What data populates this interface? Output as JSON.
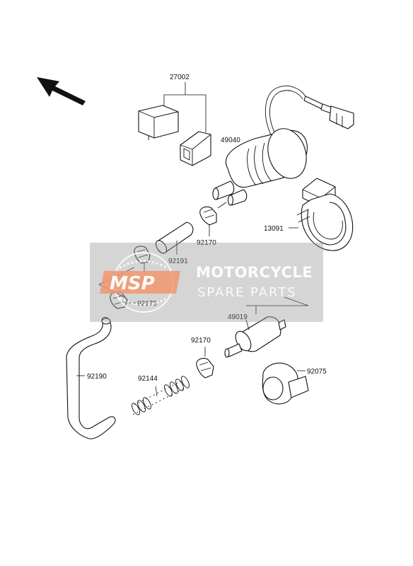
{
  "labels": {
    "relay": "27002",
    "fuel_pump": "49040",
    "bracket": "13091",
    "clamp_upper": "92170",
    "hose_short": "92191",
    "clamp_left_1": "92170",
    "clamp_left_2": "92170",
    "fuel_filter": "49019",
    "clamp_lower": "92170",
    "hose_long": "92190",
    "spring": "92144",
    "damper": "92075"
  },
  "watermark": {
    "logo_text": "MSP",
    "title": "MOTORCYCLE",
    "subtitle": "SPARE PARTS"
  },
  "icons": {
    "direction": "front-arrow-icon"
  }
}
